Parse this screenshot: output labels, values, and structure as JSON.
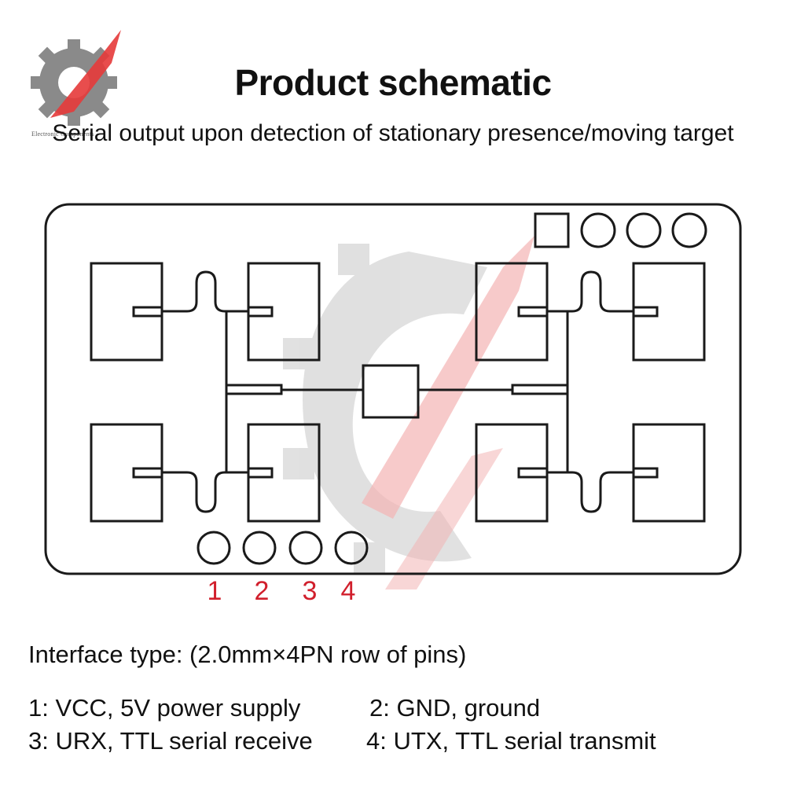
{
  "header": {
    "title": "Product schematic",
    "subtitle": "Serial output upon detection of stationary presence/moving target"
  },
  "logo": {
    "caption": "Electronic Components"
  },
  "colors": {
    "line": "#1a1a1a",
    "accent": "#d11f2c",
    "watermark_gray": "#cfcfcf",
    "watermark_red": "#f2c4c4"
  },
  "pins": {
    "labels": [
      "1",
      "2",
      "3",
      "4"
    ]
  },
  "interface": {
    "type": "Interface type: (2.0mm×4PN row of pins)",
    "pin1": "1: VCC, 5V power supply",
    "pin2": "2: GND, ground",
    "pin3": "3: URX, TTL serial receive",
    "pin4": "4: UTX, TTL serial transmit"
  }
}
